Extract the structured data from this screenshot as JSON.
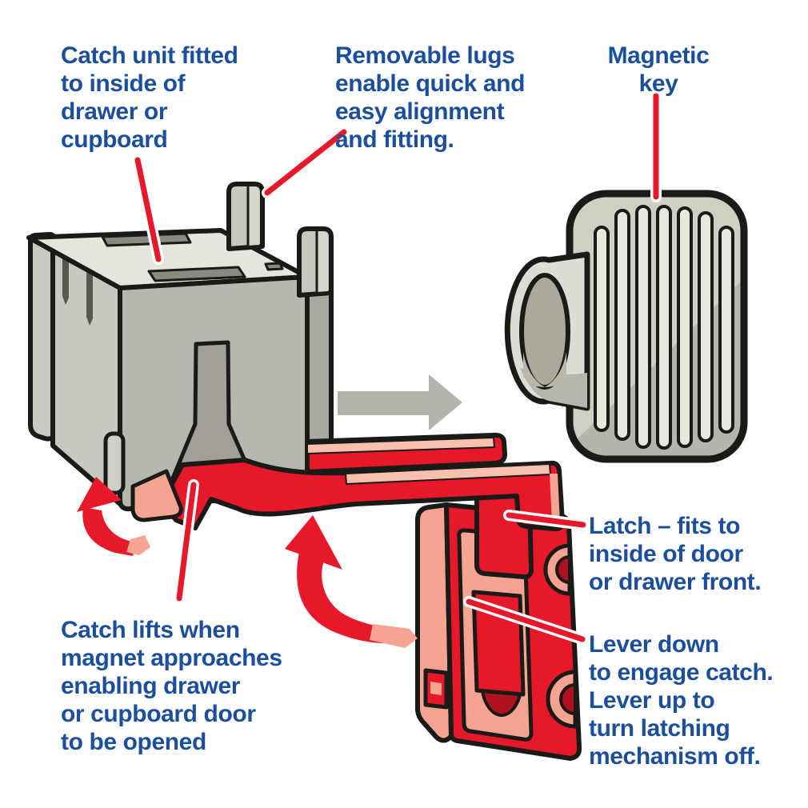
{
  "diagram": {
    "title_context": "Magnetic cupboard catch mechanism diagram",
    "labels": {
      "catch_unit": {
        "lines": [
          "Catch unit fitted",
          "to inside of",
          "drawer or",
          "cupboard"
        ]
      },
      "removable_lugs": {
        "lines": [
          "Removable lugs",
          "enable quick and",
          "easy alignment",
          "and fitting."
        ]
      },
      "magnetic_key": {
        "lines": [
          "Magnetic",
          "key"
        ]
      },
      "latch": {
        "lines": [
          "Latch – fits to",
          "inside of door",
          "or drawer front."
        ]
      },
      "lever": {
        "lines": [
          "Lever down",
          "to engage catch.",
          "Lever up to",
          "turn latching",
          "mechanism off."
        ]
      },
      "catch_lifts": {
        "lines": [
          "Catch lifts when",
          "magnet approaches",
          "enabling drawer",
          "or cupboard door",
          "to be opened"
        ]
      }
    },
    "icons": {
      "translate_arrow": "gray-right-arrow",
      "lift_arrow": "small-red-curved-arrow",
      "swing_arrow": "large-red-curved-arrow"
    },
    "colors": {
      "label_text": "#1b4f9c",
      "leader_line": "#e8182b",
      "part_red": "#e8182b",
      "part_dark_red": "#b0111f",
      "part_salmon": "#f4a491",
      "part_salmon_light": "#f9c0ad",
      "gray_top": "#e4e5db",
      "gray_front": "#b6b7ad",
      "gray_side": "#c7c8be",
      "gray_recess": "#a49f96",
      "key_light": "#ced0c4",
      "key_shade": "#b4b5ab",
      "key_ridge": "#e7e8de",
      "arrow_gray": "#b3b5aa",
      "outline": "#1a1a18",
      "background": "#ffffff"
    }
  }
}
